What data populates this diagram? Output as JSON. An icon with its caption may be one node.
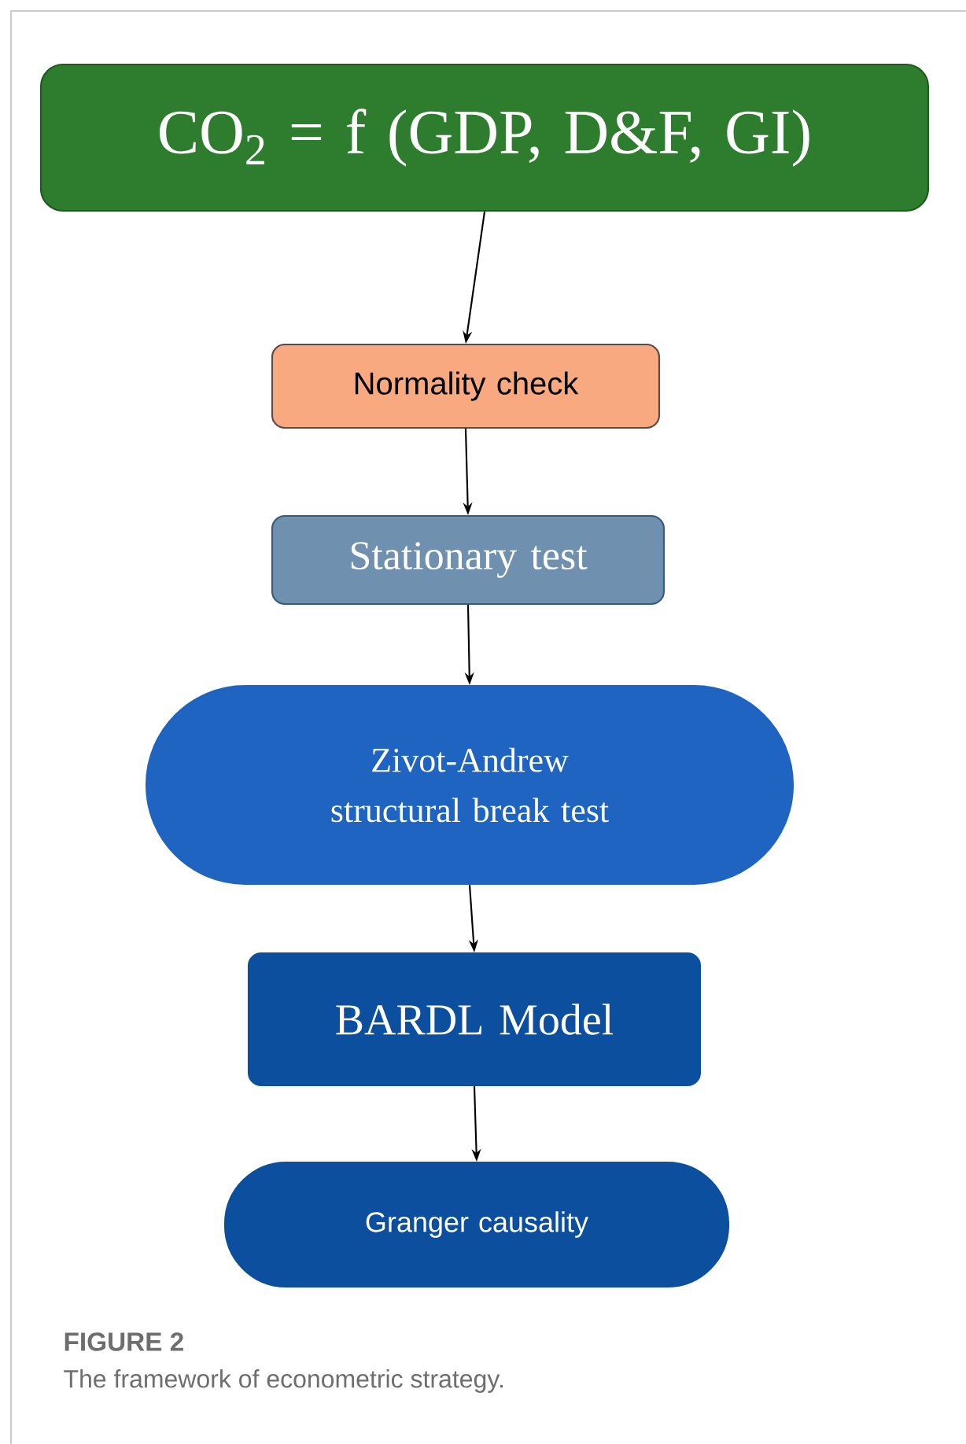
{
  "diagram": {
    "title": "FIGURE 2",
    "caption": "The framework of econometric strategy.",
    "nodes": [
      {
        "text": [
          "CO$_{2}$ = f (GDP, D&F, GI)"
        ]
      },
      {
        "text": [
          "Normality check"
        ]
      },
      {
        "text": [
          "Stationary test"
        ]
      },
      {
        "text": [
          "Zivot-Andrew structural break test"
        ]
      },
      {
        "text": [
          "BARDL Model"
        ]
      },
      {
        "text": [
          "Granger causality"
        ]
      }
    ],
    "edges": [
      {
        "from": 0,
        "to": 1,
        "arrow": "to"
      },
      {
        "from": 1,
        "to": 2,
        "arrow": "to"
      },
      {
        "from": 2,
        "to": 3,
        "arrow": "to"
      },
      {
        "from": 3,
        "to": 4,
        "arrow": "to"
      },
      {
        "from": 4,
        "to": 5,
        "arrow": "to"
      }
    ]
  }
}
